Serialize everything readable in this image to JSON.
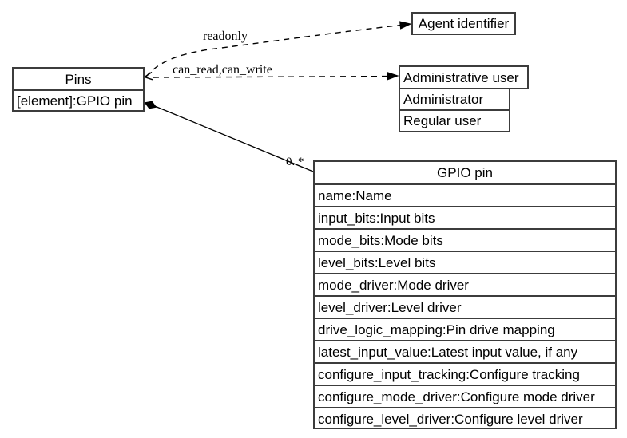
{
  "diagram": {
    "background": "#ffffff",
    "border_color": "#3c3c3c",
    "line_color": "#000000"
  },
  "nodes": {
    "pins": {
      "title": "Pins",
      "attribute": "[element]:GPIO pin"
    },
    "agent_identifier": {
      "title": "Agent identifier"
    },
    "administrative_user": {
      "title": "Administrative user",
      "options": [
        "Administrator",
        "Regular user"
      ]
    },
    "gpio_pin": {
      "title": "GPIO pin",
      "attributes": [
        "name:Name",
        "input_bits:Input bits",
        "mode_bits:Mode bits",
        "level_bits:Level bits",
        "mode_driver:Mode driver",
        "level_driver:Level driver",
        "drive_logic_mapping:Pin drive mapping",
        "latest_input_value:Latest input value, if any",
        "configure_input_tracking:Configure tracking",
        "configure_mode_driver:Configure mode driver",
        "configure_level_driver:Configure level driver"
      ]
    }
  },
  "edges": {
    "readonly": {
      "label": "readonly",
      "style": "dashed",
      "from": "Pins",
      "to": "Agent identifier"
    },
    "can_read_can_write": {
      "label": "can_read,can_write",
      "style": "dashed",
      "from": "Pins",
      "to": "Administrative user"
    },
    "composition": {
      "label": "0..*",
      "style": "solid",
      "from": "Pins",
      "to": "GPIO pin"
    }
  }
}
